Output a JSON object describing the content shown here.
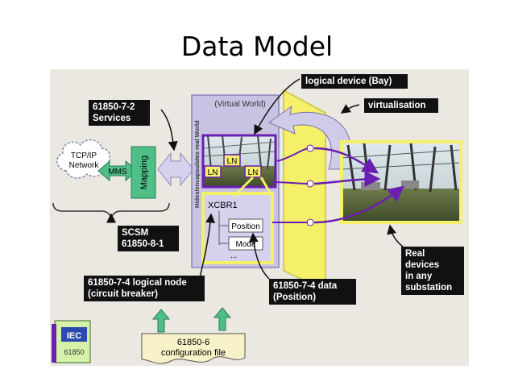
{
  "title": "Data Model",
  "labels": {
    "services": [
      "61850-7-2",
      "Services"
    ],
    "logical_device": "logical device (Bay)",
    "virtualisation": "virtualisation",
    "scsm": [
      "SCSM",
      "61850-8-1"
    ],
    "real_devices": [
      "Real devices",
      "in any",
      "substation"
    ],
    "logical_node": [
      "61850-7-4 logical node",
      "(circuit breaker)"
    ],
    "data": [
      "61850-7-4 data",
      "(Position)"
    ]
  },
  "diagram": {
    "tcpip": [
      "TCP/IP",
      "Network"
    ],
    "mms": "MMS",
    "mapping": "Mapping",
    "virtual_world": "(Virtual World)",
    "hides": "Hides/encapsulates real World",
    "ln": [
      "LN",
      "LN",
      "LN"
    ],
    "xcbr": "XCBR1",
    "position": "Position",
    "mode": "Mode",
    "ellipsis": "...",
    "config": [
      "61850-6",
      "configuration file"
    ],
    "iec_book": [
      "IEC",
      "61850"
    ]
  },
  "colors": {
    "figure_bg": "#ebe8e2",
    "virtual_box": "#c9c3e3",
    "purple": "#6a1fb0",
    "yellow": "#f4f06a",
    "green": "#4fbf88",
    "label_bg": "#111111"
  }
}
